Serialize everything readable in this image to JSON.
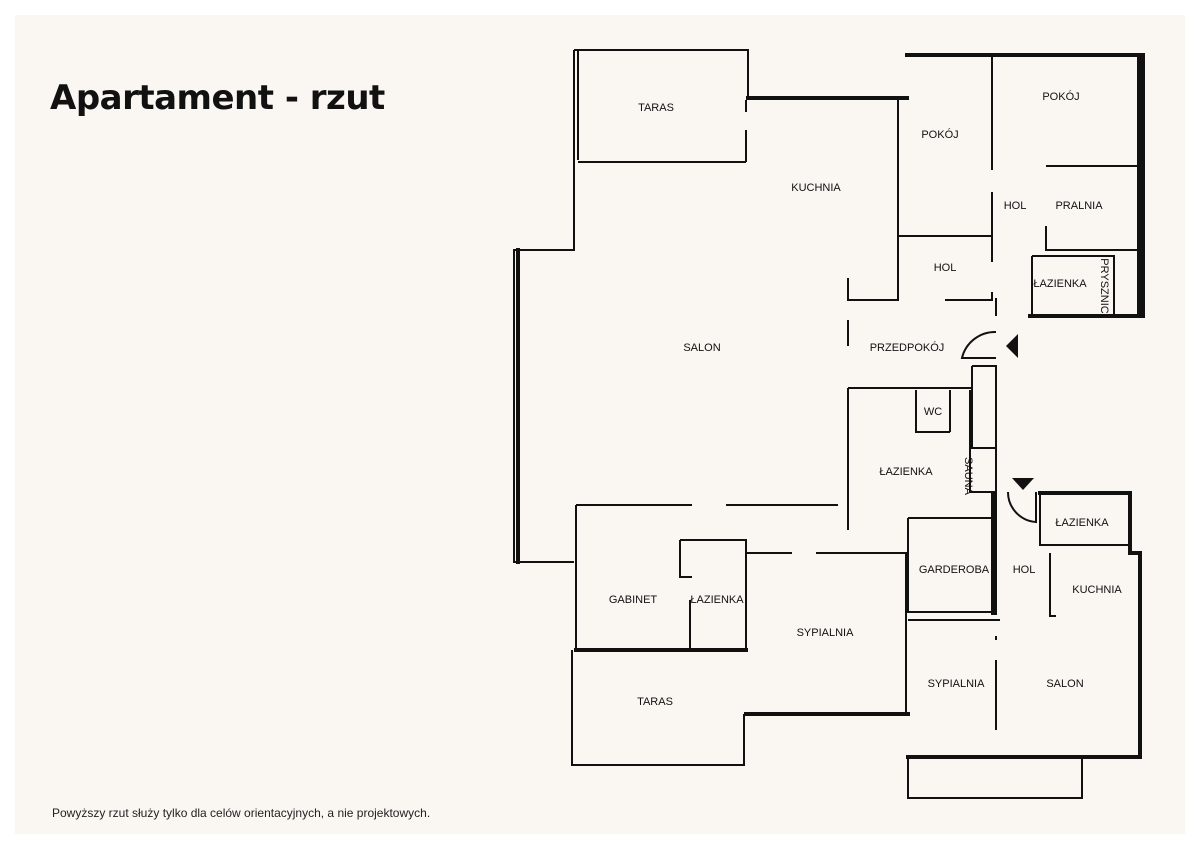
{
  "title": "Apartament - rzut",
  "disclaimer": "Powyższy rzut służy tylko dla celów orientacyjnych, a nie projektowych.",
  "rooms": {
    "taras_top": "TARAS",
    "kuchnia": "KUCHNIA",
    "pokoj_1": "POKÓJ",
    "pokoj_2": "POKÓJ",
    "hol_top": "HOL",
    "pralnia": "PRALNIA",
    "hol_2": "HOL",
    "lazienka_top": "ŁAZIENKA",
    "prysznic": "PRYSZNIC",
    "salon": "SALON",
    "przedpokoj": "PRZEDPOKÓJ",
    "wc": "WC",
    "sauna": "SAUNA",
    "lazienka_mid": "ŁAZIENKA",
    "lazienka_right": "ŁAZIENKA",
    "gabinet": "GABINET",
    "lazienka_bottom": "ŁAZIENKA",
    "garderoba": "GARDEROBA",
    "hol_bottom": "HOL",
    "kuchnia_2": "KUCHNIA",
    "sypialnia_1": "SYPIALNIA",
    "sypialnia_2": "SYPIALNIA",
    "salon_2": "SALON",
    "taras_bottom": "TARAS"
  }
}
